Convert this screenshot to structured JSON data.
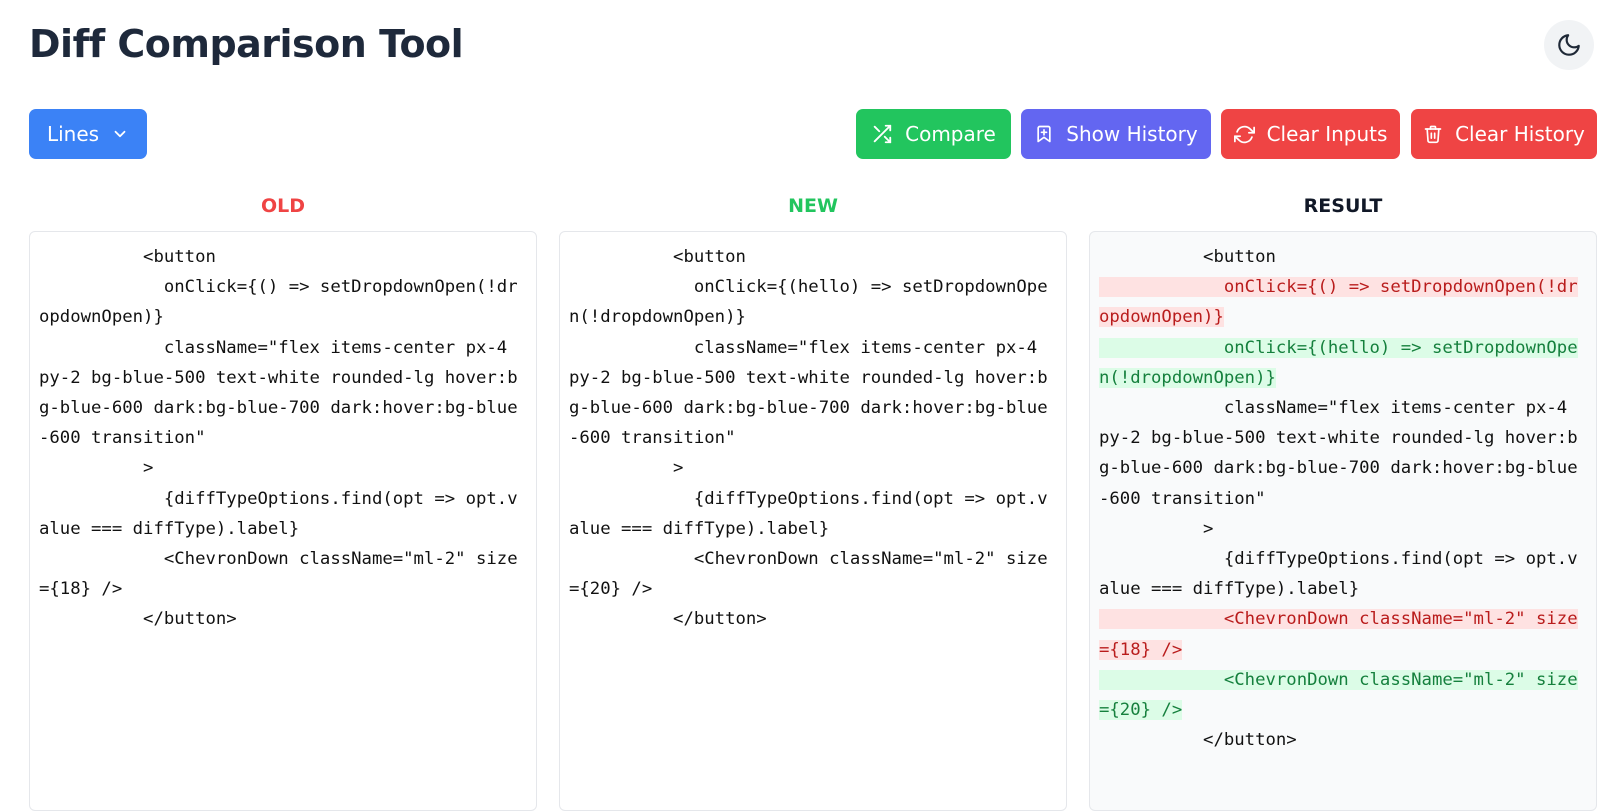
{
  "app": {
    "title": "Diff Comparison Tool"
  },
  "toolbar": {
    "diff_type_label": "Lines",
    "compare_label": "Compare",
    "show_history_label": "Show History",
    "clear_inputs_label": "Clear Inputs",
    "clear_history_label": "Clear History"
  },
  "columns": {
    "old_title": "OLD",
    "new_title": "NEW",
    "result_title": "RESULT"
  },
  "old_text": "          <button\n            onClick={() => setDropdownOpen(!dropdownOpen)}\n            className=\"flex items-center px-4 py-2 bg-blue-500 text-white rounded-lg hover:bg-blue-600 dark:bg-blue-700 dark:hover:bg-blue-600 transition\"\n          >\n            {diffTypeOptions.find(opt => opt.value === diffType).label}\n            <ChevronDown className=\"ml-2\" size={18} />\n          </button>",
  "new_text": "          <button\n            onClick={(hello) => setDropdownOpen(!dropdownOpen)}\n            className=\"flex items-center px-4 py-2 bg-blue-500 text-white rounded-lg hover:bg-blue-600 dark:bg-blue-700 dark:hover:bg-blue-600 transition\"\n          >\n            {diffTypeOptions.find(opt => opt.value === diffType).label}\n            <ChevronDown className=\"ml-2\" size={20} />\n          </button>",
  "result_segments": [
    {
      "type": "unchanged",
      "text": "          <button\n"
    },
    {
      "type": "removed",
      "text": "            onClick={() => setDropdownOpen(!dropdownOpen)}"
    },
    {
      "type": "unchanged",
      "text": "\n"
    },
    {
      "type": "added",
      "text": "            onClick={(hello) => setDropdownOpen(!dropdownOpen)}"
    },
    {
      "type": "unchanged",
      "text": "\n            className=\"flex items-center px-4 py-2 bg-blue-500 text-white rounded-lg hover:bg-blue-600 dark:bg-blue-700 dark:hover:bg-blue-600 transition\"\n          >\n            {diffTypeOptions.find(opt => opt.value === diffType).label}\n"
    },
    {
      "type": "removed",
      "text": "            <ChevronDown className=\"ml-2\" size={18} />"
    },
    {
      "type": "unchanged",
      "text": "\n"
    },
    {
      "type": "added",
      "text": "            <ChevronDown className=\"ml-2\" size={20} />"
    },
    {
      "type": "unchanged",
      "text": "\n          </button>"
    }
  ],
  "icons": {
    "theme": "moon-icon",
    "diff_type": "chevron-down-icon",
    "compare": "shuffle-icon",
    "history": "bookmark-plus-icon",
    "clear_inputs": "refresh-icon",
    "clear_history": "trash-icon"
  },
  "colors": {
    "primary": "#3b82f6",
    "success": "#22c55e",
    "indigo": "#6366f1",
    "danger": "#ef4444",
    "removed_bg": "#fee2e2",
    "removed_text": "#b91c1c",
    "added_bg": "#dcfce7",
    "added_text": "#15803d"
  }
}
